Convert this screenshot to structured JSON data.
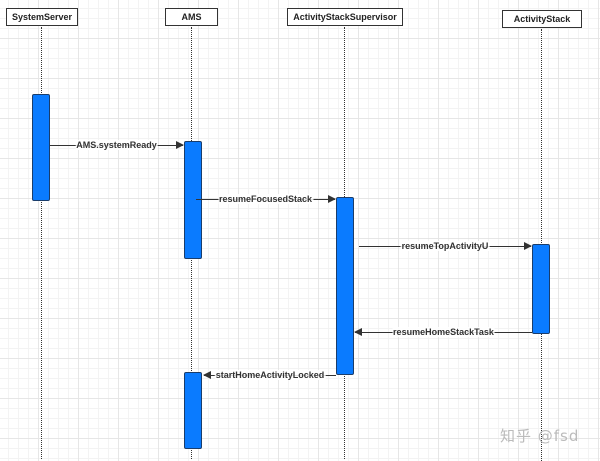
{
  "diagram": {
    "type": "sequence",
    "participants": [
      {
        "id": "systemserver",
        "label": "SystemServer"
      },
      {
        "id": "ams",
        "label": "AMS"
      },
      {
        "id": "ass",
        "label": "ActivityStackSupervisor"
      },
      {
        "id": "as",
        "label": "ActivityStack"
      }
    ],
    "messages": [
      {
        "from": "SystemServer",
        "to": "AMS",
        "label": "AMS.systemReady"
      },
      {
        "from": "AMS",
        "to": "ActivityStackSupervisor",
        "label": "resumeFocusedStack"
      },
      {
        "from": "ActivityStackSupervisor",
        "to": "ActivityStack",
        "label": "resumeTopActivityU"
      },
      {
        "from": "ActivityStack",
        "to": "ActivityStackSupervisor",
        "label": "resumeHomeStackTask"
      },
      {
        "from": "ActivityStackSupervisor",
        "to": "AMS",
        "label": "startHomeActivityLocked"
      }
    ],
    "colors": {
      "activation": "#0a7bff",
      "line": "#333333",
      "grid": "#e6e6e6"
    }
  },
  "watermark": "知乎 @fsd"
}
